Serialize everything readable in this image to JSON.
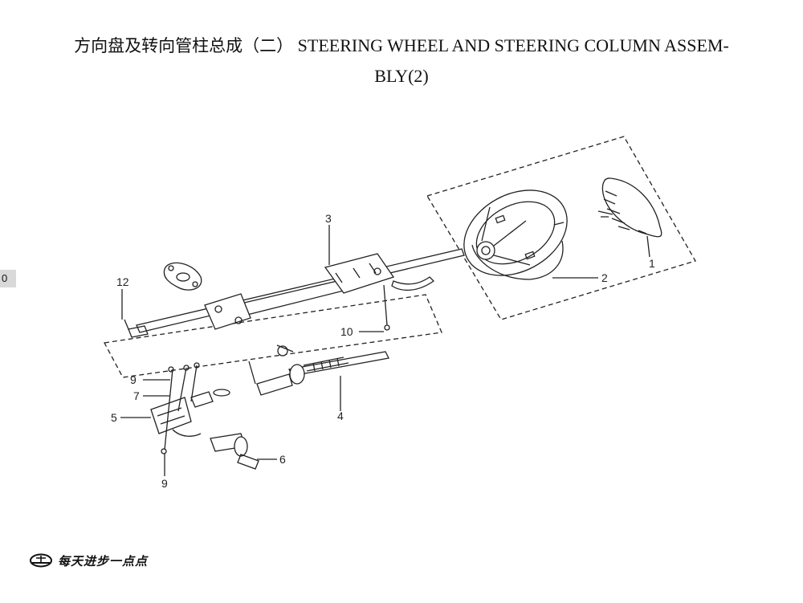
{
  "title": {
    "cn": "方向盘及转向管柱总成（二）",
    "en_line1": "STEERING WHEEL AND STEERING COLUMN ASSEM-",
    "en_line2": "BLY(2)"
  },
  "page_tab": "0",
  "callouts": {
    "c1": "1",
    "c2": "2",
    "c3": "3",
    "c4": "4",
    "c5": "5",
    "c6": "6",
    "c7": "7",
    "c9a": "9",
    "c9b": "9",
    "c10": "10",
    "c12": "12"
  },
  "footer": {
    "slogan": "每天进步一点点",
    "logo_icon": "brand-logo-icon"
  }
}
